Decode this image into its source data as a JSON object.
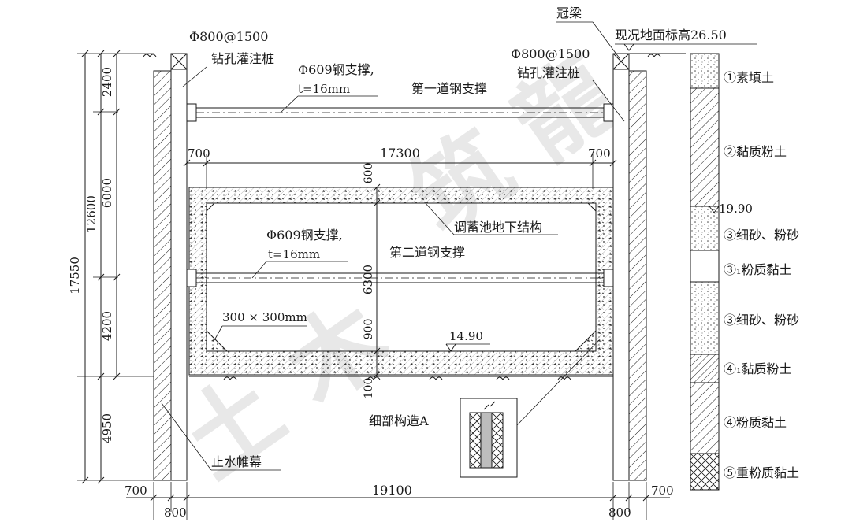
{
  "labels": {
    "pile_left_spec": "Φ800@1500",
    "pile_left_name": "钻孔灌注桩",
    "pile_right_spec": "Φ800@1500",
    "pile_right_name": "钻孔灌注桩",
    "crown_beam": "冠梁",
    "ground_level": "现况地面标高26.50",
    "strut1_spec": "Φ609钢支撑,",
    "strut1_t": "t=16mm",
    "strut1_name": "第一道钢支撑",
    "strut2_spec": "Φ609钢支撑,",
    "strut2_t": "t=16mm",
    "strut2_name": "第二道钢支撑",
    "structure_name": "调蓄池地下结构",
    "haunch": "300 × 300mm",
    "elevation_bottom": "14.90",
    "detail_a": "细部构造A",
    "water_curtain": "止水帷幕"
  },
  "dimensions": {
    "left_outer": "17550",
    "left_mid": "12600",
    "left_seg1": "2400",
    "left_seg2": "6000",
    "left_seg3": "4200",
    "left_seg4": "4950",
    "inner_width": "17300",
    "inner_left": "700",
    "inner_right": "700",
    "wall_top": "600",
    "wall_height": "6300",
    "slab_bottom": "900",
    "slab_base": "100",
    "bottom_total": "19100",
    "bottom_left_700": "700",
    "bottom_left_800": "800",
    "bottom_right_800": "800",
    "bottom_right_700": "700"
  },
  "strata": {
    "level_1990": "19.90",
    "layers": [
      "①素填土",
      "②黏质粉土",
      "③细砂、粉砂",
      "③₁粉质黏土",
      "③细砂、粉砂",
      "④₁黏质粉土",
      "④粉质黏土",
      "⑤重粉质黏土"
    ]
  }
}
